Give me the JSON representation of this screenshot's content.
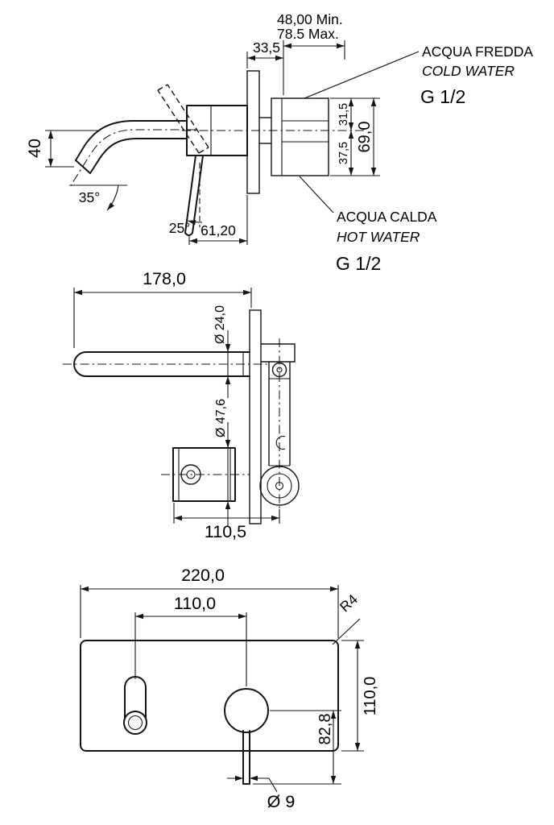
{
  "drawing": {
    "ink_color": "#141414",
    "side": {
      "depth_min": "48,00 Min.",
      "depth_max": "78.5 Max.",
      "plate_offset": "33,5",
      "cold_it": "ACQUA FREDDA",
      "cold_en": "COLD WATER",
      "cold_thread": "G 1/2",
      "hot_it": "ACQUA CALDA",
      "hot_en": "HOT WATER",
      "hot_thread": "G 1/2",
      "spout_drop": "40",
      "spout_angle": "35°",
      "lever_angle": "25°",
      "lever_reach": "61,20",
      "inlet_top": "31,5",
      "inlet_bottom": "37,5",
      "body_height": "69,0"
    },
    "top": {
      "spout_reach": "178,0",
      "spout_dia": "Ø 24,0",
      "body_dia": "Ø 47,6",
      "body_reach": "110,5"
    },
    "front": {
      "plate_width": "220,0",
      "centers_distance": "110,0",
      "corner_radius": "R4",
      "plate_height": "110,0",
      "lever_drop": "82,8",
      "rod_dia": "Ø 9"
    }
  }
}
